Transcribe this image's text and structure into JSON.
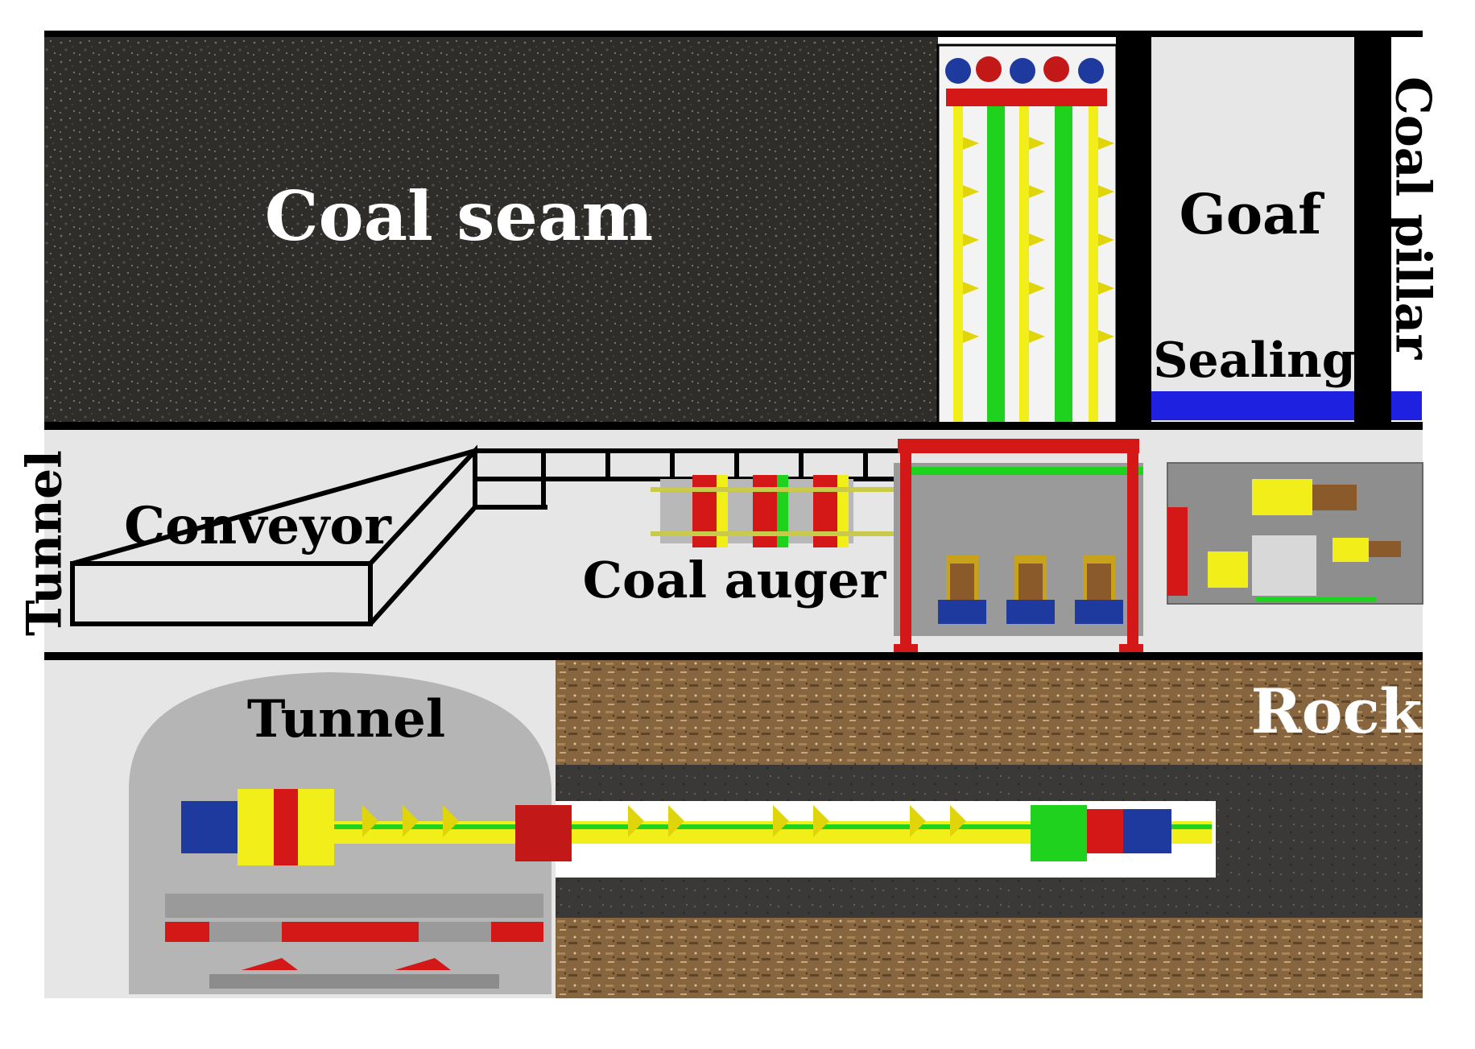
{
  "labels": {
    "coal_seam": "Coal seam",
    "goaf": "Goaf",
    "coal_pillar": "Coal pillar",
    "sealing": "Sealing",
    "tunnel_side": "Tunnel",
    "conveyor": "Conveyor",
    "coal_auger": "Coal auger",
    "tunnel_lower": "Tunnel",
    "rock": "Rock"
  },
  "colors": {
    "coal": "#2b2a27",
    "rock": "#8a6a48",
    "tunnel": "#e6e6e6",
    "sealing": "#1e22e0",
    "auger_yellow": "#f2ee1a",
    "auger_green": "#1ed21e",
    "machine_red": "#d41818",
    "machine_blue": "#1f3a9e",
    "machine_gray": "#9a9a9a"
  }
}
